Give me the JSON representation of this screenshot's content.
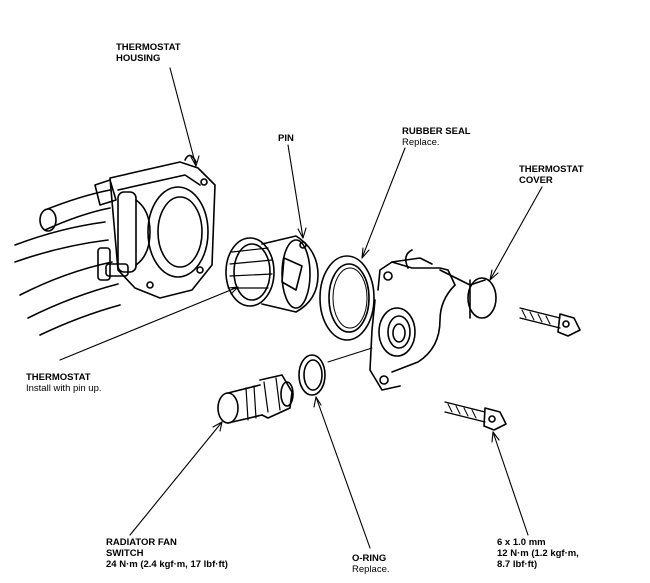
{
  "labels": {
    "housing": {
      "line1": "THERMOSTAT",
      "line2": "HOUSING"
    },
    "pin": {
      "line1": "PIN"
    },
    "seal": {
      "line1": "RUBBER SEAL",
      "note": "Replace."
    },
    "cover": {
      "line1": "THERMOSTAT",
      "line2": "COVER"
    },
    "thermostat": {
      "line1": "THERMOSTAT",
      "note": "Install with pin up."
    },
    "fanswitch": {
      "line1": "RADIATOR FAN",
      "line2": "SWITCH",
      "line3": "24 N·m (2.4 kgf·m, 17 lbf·ft)"
    },
    "oring": {
      "line1": "O-RING",
      "note": "Replace."
    },
    "bolt": {
      "line1": "6 x 1.0 mm",
      "line2": "12 N·m (1.2 kgf·m,",
      "line3": "8.7 lbf·ft)"
    }
  }
}
